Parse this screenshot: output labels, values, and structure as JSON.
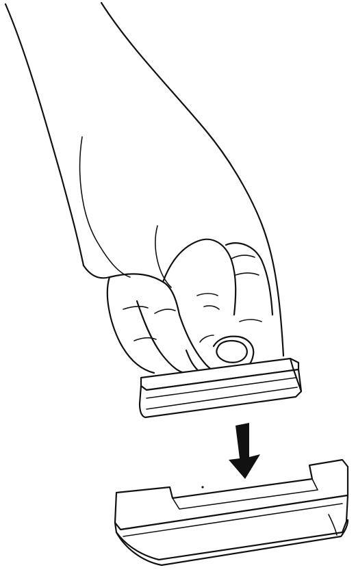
{
  "figure": {
    "kind": "instruction-illustration",
    "background_color": "#ffffff",
    "ink_color": "#111111",
    "parts": [
      "hand",
      "removable-pad",
      "insert-arrow",
      "base-holder"
    ],
    "arrow_direction": "down"
  }
}
